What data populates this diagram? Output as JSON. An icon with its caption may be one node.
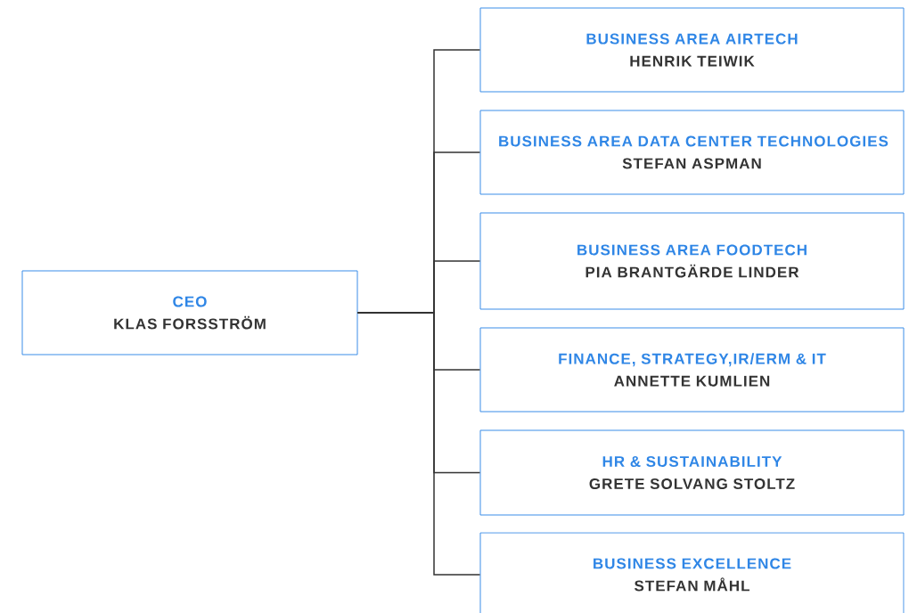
{
  "diagram": {
    "nodes": [
      {
        "text": [
          "CEO",
          "KLAS FORSSTRÖM"
        ]
      },
      {
        "text": [
          "BUSINESS AREA AIRTECH",
          "HENRIK TEIWIK"
        ]
      },
      {
        "text": [
          "BUSINESS AREA DATA CENTER TECHNOLOGIES",
          "STEFAN ASPMAN"
        ]
      },
      {
        "text": [
          "BUSINESS AREA FOODTECH",
          "PIA BRANTGÄRDE LINDER"
        ]
      },
      {
        "text": [
          "FINANCE, STRATEGY,IR/ERM & IT",
          "ANNETTE  KUMLIEN"
        ]
      },
      {
        "text": [
          "HR & SUSTAINABILITY",
          "GRETE SOLVANG STOLTZ"
        ]
      },
      {
        "text": [
          "BUSINESS EXCELLENCE",
          "STEFAN MÅHL"
        ]
      }
    ],
    "edges": [
      {
        "from": 0,
        "to": 1,
        "arrow": "none"
      },
      {
        "from": 0,
        "to": 2,
        "arrow": "none"
      },
      {
        "from": 0,
        "to": 3,
        "arrow": "none"
      },
      {
        "from": 0,
        "to": 4,
        "arrow": "none"
      },
      {
        "from": 0,
        "to": 5,
        "arrow": "none"
      },
      {
        "from": 0,
        "to": 6,
        "arrow": "none"
      }
    ]
  }
}
